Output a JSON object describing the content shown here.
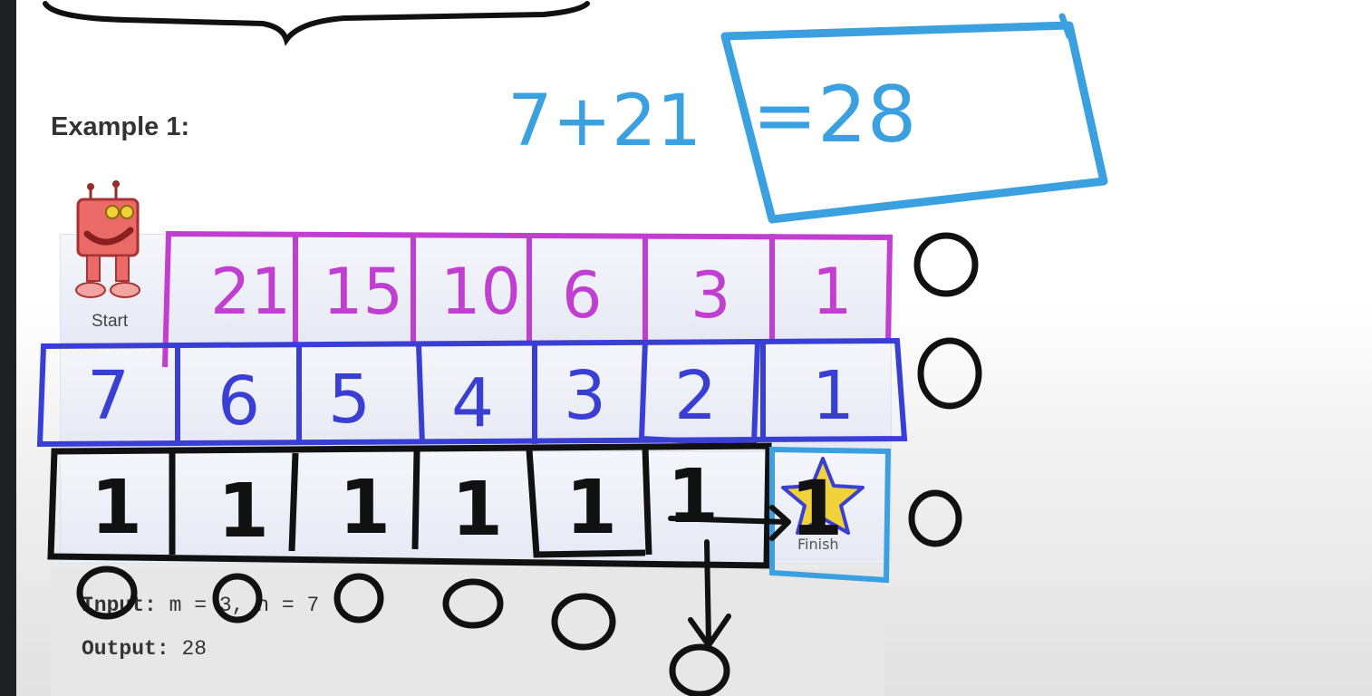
{
  "example": {
    "heading": "Example 1:"
  },
  "robot": {
    "start_label": "Start"
  },
  "finish": {
    "label": "Finish"
  },
  "io": {
    "input_label": "Input:",
    "input_value": "m = 3, n = 7",
    "output_label": "Output:",
    "output_value": "28"
  },
  "annotations": {
    "sum_expression": "7+21",
    "sum_result": "=28",
    "top_row": [
      "21",
      "15",
      "10",
      "6",
      "3",
      "1"
    ],
    "middle_row": [
      "7",
      "6",
      "5",
      "4",
      "3",
      "2",
      "1"
    ],
    "bottom_row": [
      "1",
      "1",
      "1",
      "1",
      "1",
      "1",
      "1"
    ],
    "edge_zero": "0",
    "colors": {
      "purple": "#c13fd0",
      "blue": "#3a3fd3",
      "cyan": "#3aa0e0",
      "black": "#111111"
    }
  }
}
